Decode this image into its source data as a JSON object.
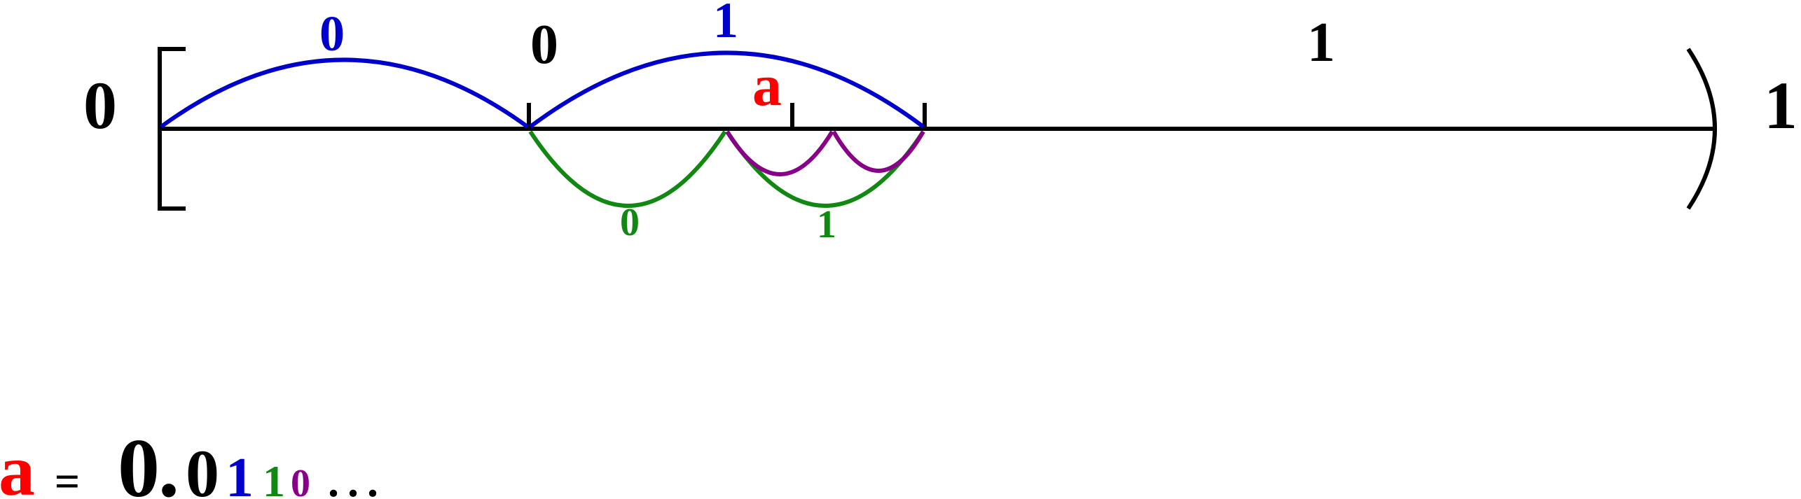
{
  "colors": {
    "black": "#000000",
    "point": "#ff0000",
    "level1": "#0000cc",
    "level2": "#118811",
    "level3": "#880088"
  },
  "interval": {
    "left_endpoint": "0",
    "right_endpoint": "1"
  },
  "level0": {
    "left_label": "0",
    "right_label": "1"
  },
  "level1": {
    "left_label": "0",
    "right_label": "1"
  },
  "level2": {
    "left_label": "0",
    "right_label": "1"
  },
  "point": {
    "label": "a"
  },
  "expansion": {
    "variable": "a",
    "equals": "=",
    "integer_part": "0",
    "decimal_point": ".",
    "digits": [
      {
        "digit": "0",
        "color_key": "black"
      },
      {
        "digit": "1",
        "color_key": "level1"
      },
      {
        "digit": "1",
        "color_key": "level2"
      },
      {
        "digit": "0",
        "color_key": "level3"
      }
    ],
    "ellipsis": "..."
  }
}
